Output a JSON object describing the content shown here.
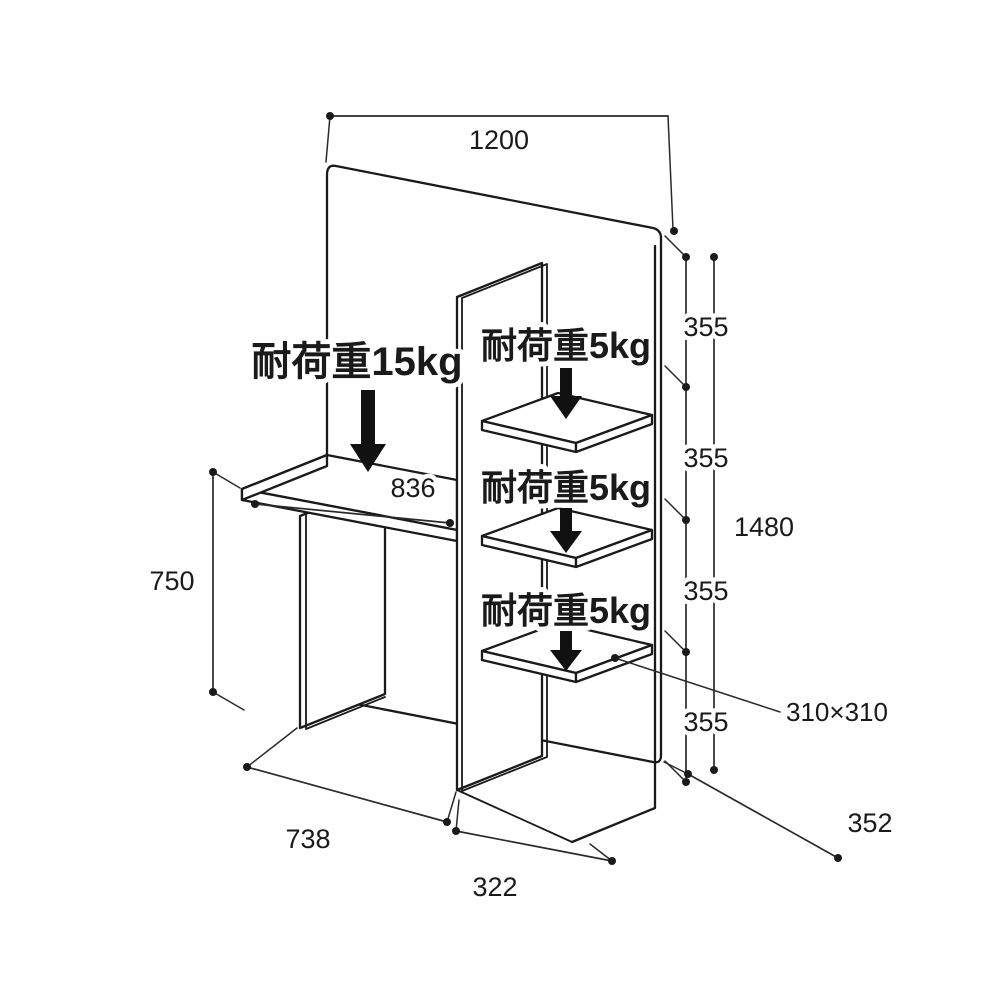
{
  "diagram": {
    "kind": "furniture dimension drawing (desk with wall panel and three side shelves)",
    "dimensions": {
      "width_top": "1200",
      "height_total": "1480",
      "spacings": [
        "355",
        "355",
        "355",
        "355"
      ],
      "desk_width": "836",
      "desk_height": "750",
      "base_left": "738",
      "base_center": "322",
      "base_depth": "352",
      "shelf_size": "310×310"
    },
    "loads": {
      "desk_label": "耐荷重15kg",
      "shelf_labels": [
        "耐荷重5kg",
        "耐荷重5kg",
        "耐荷重5kg"
      ]
    },
    "colors": {
      "line": "#1a1a1a",
      "background": "#ffffff"
    }
  }
}
